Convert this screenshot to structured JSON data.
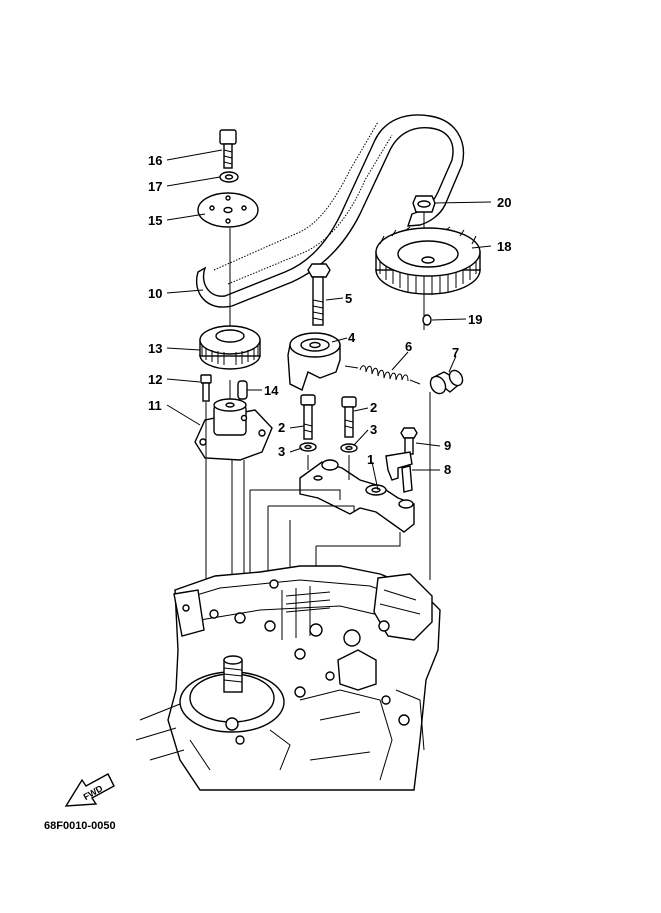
{
  "diagram": {
    "reference_code": "68F0010-0050",
    "fwd_label": "FWD",
    "callouts": {
      "c1": "1",
      "c2a": "2",
      "c2b": "2",
      "c3a": "3",
      "c3b": "3",
      "c4": "4",
      "c5": "5",
      "c6": "6",
      "c7": "7",
      "c8": "8",
      "c9": "9",
      "c10": "10",
      "c11": "11",
      "c12": "12",
      "c13": "13",
      "c14": "14",
      "c15": "15",
      "c16": "16",
      "c17": "17",
      "c18": "18",
      "c19": "19",
      "c20": "20"
    }
  }
}
